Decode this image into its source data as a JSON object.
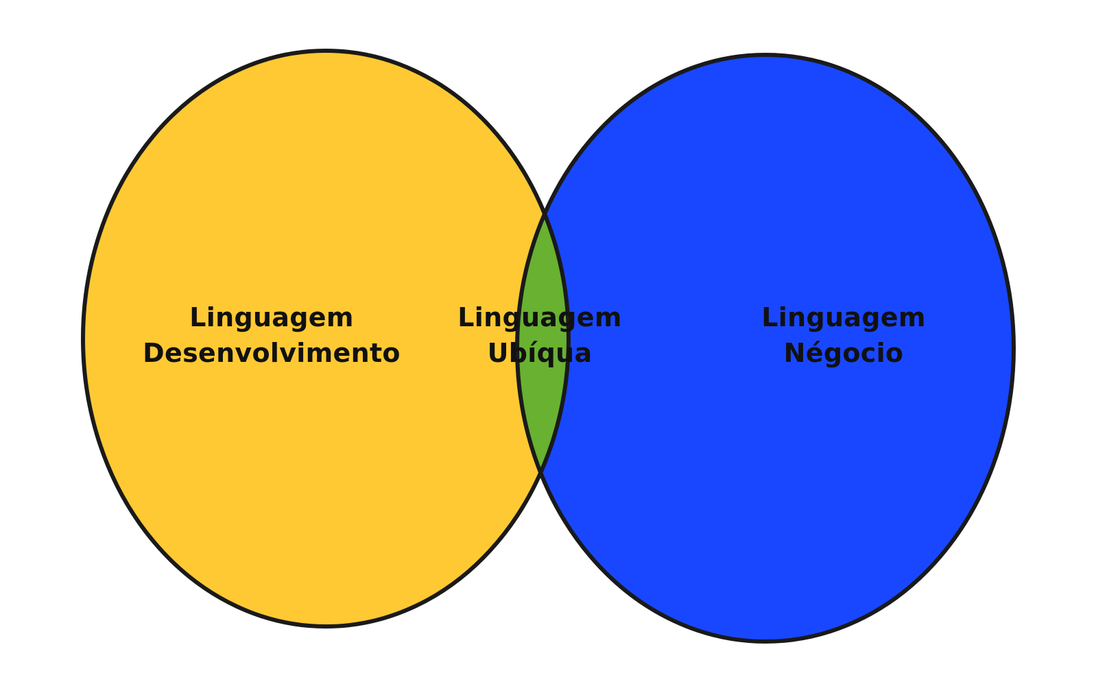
{
  "diagram": {
    "left_set": {
      "line1": "Linguagem",
      "line2": "Desenvolvimento",
      "color": "#FFC933"
    },
    "intersection": {
      "line1": "Linguagem",
      "line2": "Ubíqua",
      "color": "#68B131"
    },
    "right_set": {
      "line1": "Linguagem",
      "line2": "Négocio",
      "color": "#1947FF"
    },
    "outline_color": "#1A1A1A"
  }
}
